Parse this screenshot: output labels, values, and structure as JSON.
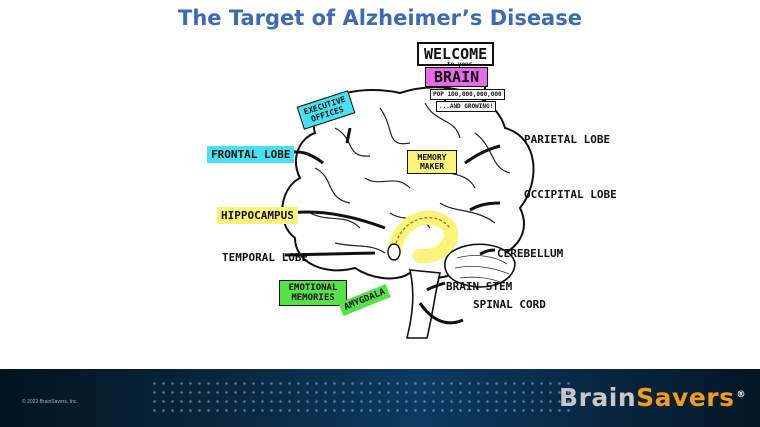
{
  "slide": {
    "title": "The Target of Alzheimer’s Disease"
  },
  "sign": {
    "welcome": "WELCOME",
    "to_your": "to your",
    "brain": "BRAIN",
    "population": "POP 100,000,000,000",
    "growing": "...AND GROWING!"
  },
  "labels": {
    "executive_offices": "EXECUTIVE OFFICES",
    "frontal_lobe": "FRONTAL LOBE",
    "memory_maker": "MEMORY MAKER",
    "parietal_lobe": "PARIETAL LOBE",
    "occipital_lobe": "OCCIPITAL LOBE",
    "hippocampus": "HIPPOCAMPUS",
    "temporal_lobe": "TEMPORAL LOBE",
    "cerebellum": "CEREBELLUM",
    "emotional_memories": "EMOTIONAL MEMORIES",
    "amygdala": "AMYGDALA",
    "brain_stem": "BRAIN STEM",
    "spinal_cord": "SPINAL CORD"
  },
  "colors": {
    "title": "#3d6ab5",
    "cyan_highlight": "#49e1ef",
    "yellow_highlight": "#fbf37a",
    "magenta_highlight": "#e66be6",
    "green_highlight": "#58e24a",
    "logo_gray": "#c7c7c7",
    "logo_orange": "#f39b1b"
  },
  "footer": {
    "copyright": "© 2022 BrainSavers, Inc.",
    "logo_brain": "Brain",
    "logo_savers": "Savers",
    "logo_mark": "®"
  }
}
